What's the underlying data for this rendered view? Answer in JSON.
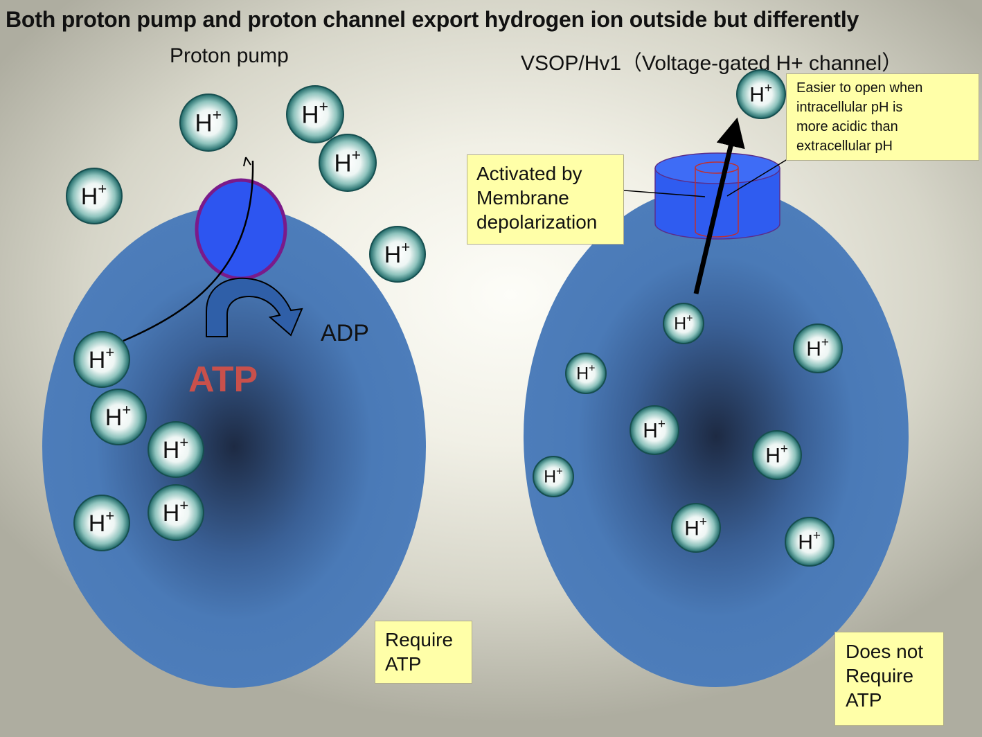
{
  "title": "Both proton pump and proton channel export hydrogen ion outside but differently",
  "left_panel": {
    "title": "Proton pump",
    "atp_label": "ATP",
    "adp_label": "ADP",
    "note": [
      "Require",
      "ATP"
    ]
  },
  "right_panel": {
    "title": "VSOP/Hv1（Voltage-gated H+ channel）",
    "membrane_callout": [
      "Activated by",
      "Membrane",
      "depolarization"
    ],
    "ph_callout": [
      "Easier to open when",
      "intracellular pH is",
      "more acidic than",
      "extracellular pH"
    ],
    "note": [
      "Does not",
      "Require",
      "ATP"
    ]
  },
  "ion": {
    "base": "H",
    "charge": "+"
  },
  "colors": {
    "cell": "#4a7ab7",
    "cell_dark": "#1f2c45",
    "pump": "#2d55f0",
    "pump_border": "#7a1a8a",
    "channel": "#2f5cf0",
    "ion_rim": "#1e6a6a",
    "note": "#ffffa8",
    "atp": "#c9504b"
  }
}
